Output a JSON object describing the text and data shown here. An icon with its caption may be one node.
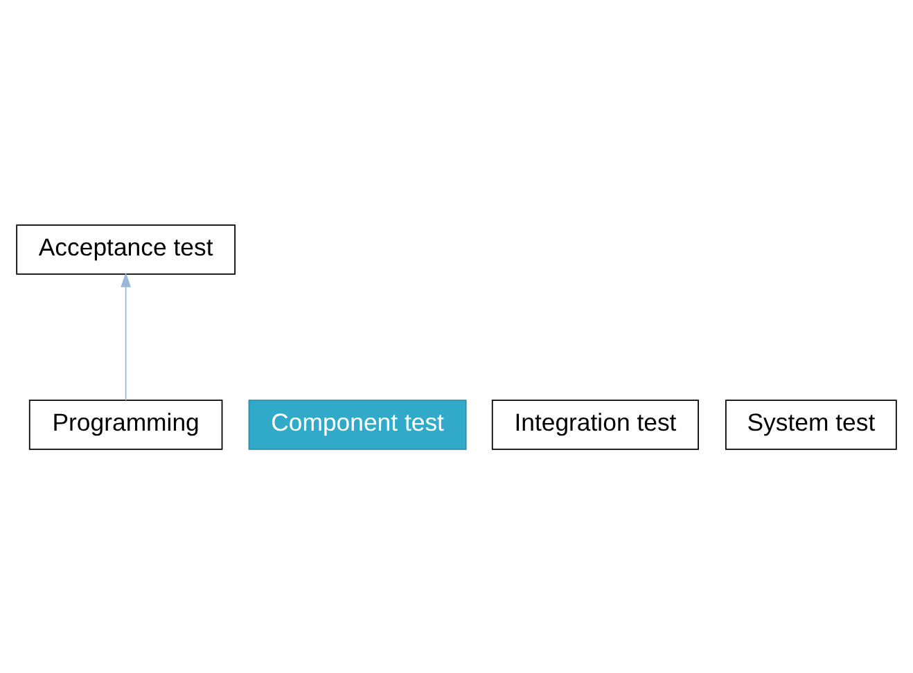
{
  "diagram": {
    "nodes": [
      {
        "text": [
          "Programming"
        ]
      },
      {
        "text": [
          "Component test"
        ]
      },
      {
        "text": [
          "Integration test"
        ]
      },
      {
        "text": [
          "System test"
        ]
      },
      {
        "text": [
          "Acceptance test"
        ]
      }
    ],
    "edges": [
      {
        "from": 0,
        "to": 4,
        "arrow": "to",
        "color": "#9ab8d8"
      }
    ]
  }
}
